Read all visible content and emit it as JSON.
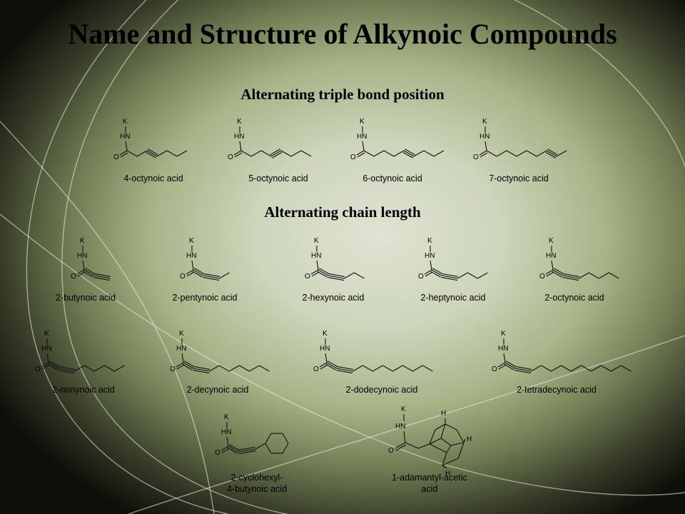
{
  "title": "Name and Structure of Alkynoic Compounds",
  "section1": "Alternating triple bond position",
  "section2": "Alternating chain length",
  "atoms": {
    "k": "K",
    "hn": "HN",
    "h_n": "H N",
    "o": "O",
    "h": "H"
  },
  "compounds": [
    {
      "name": "4-octynoic acid"
    },
    {
      "name": "5-octynoic acid"
    },
    {
      "name": "6-octynoic acid"
    },
    {
      "name": "7-octynoic acid"
    },
    {
      "name": "2-butynoic acid"
    },
    {
      "name": "2-pentynoic acid"
    },
    {
      "name": "2-hexynoic acid"
    },
    {
      "name": "2-heptynoic acid"
    },
    {
      "name": "2-octynoic acid"
    },
    {
      "name": "2-nonynoic acid"
    },
    {
      "name": "2-decynoic acid"
    },
    {
      "name": "2-dodecynoic acid"
    },
    {
      "name": "2-tetradecynoic acid"
    },
    {
      "name": "2-cyclohexyl-",
      "name2": "4-butynoic acid"
    },
    {
      "name": "1-adamantyl-acetic",
      "name2": "acid"
    }
  ]
}
